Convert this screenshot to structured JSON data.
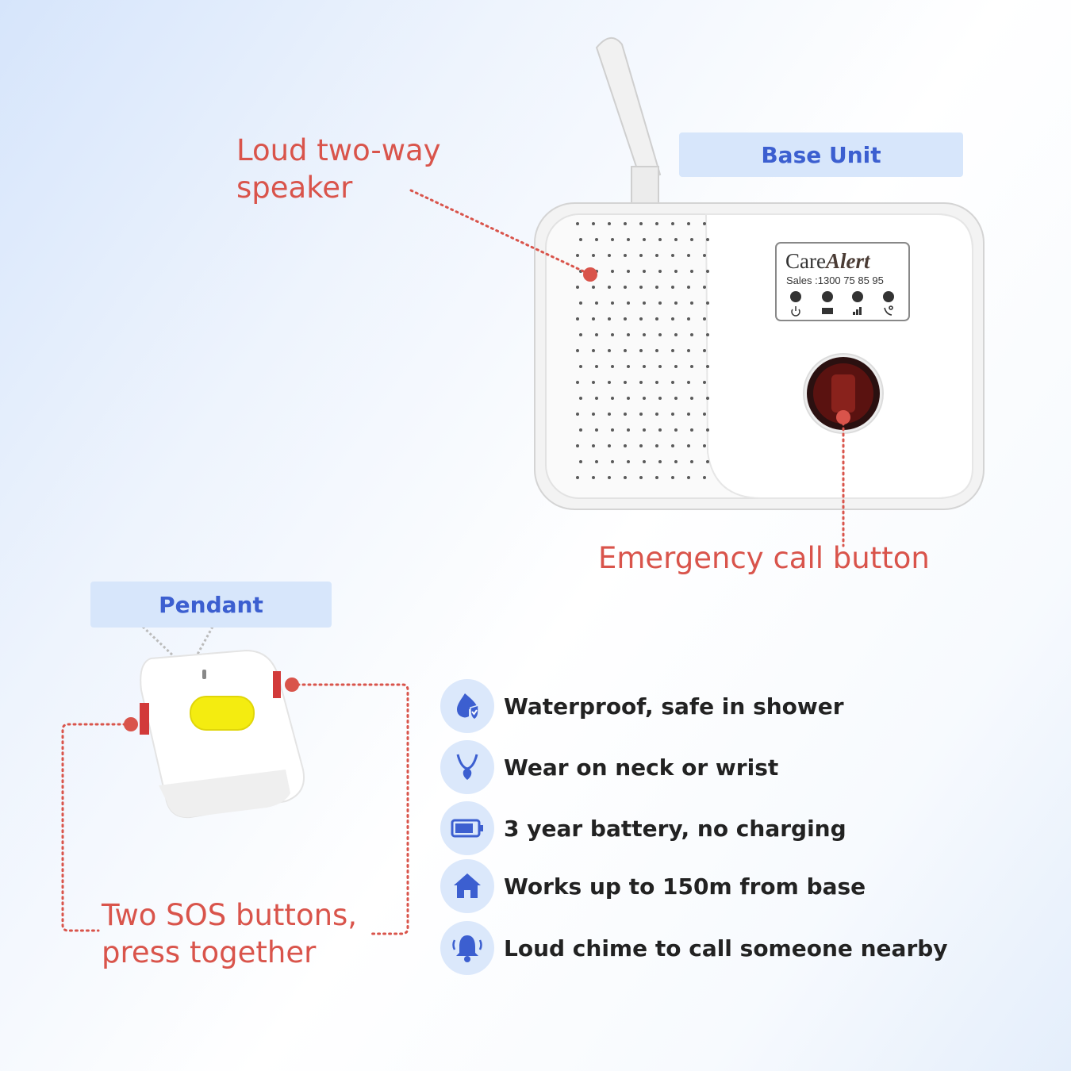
{
  "base_unit": {
    "tag": "Base Unit",
    "brand_care": "Care",
    "brand_alert": "Alert",
    "sales": "Sales :1300 75 85 95",
    "indicators": [
      "power-icon",
      "battery-icon",
      "signal-icon",
      "phone-icon"
    ]
  },
  "callouts": {
    "speaker_line1": "Loud two-way",
    "speaker_line2": "speaker",
    "emergency": "Emergency call button",
    "sos_line1": "Two SOS buttons,",
    "sos_line2": "press together"
  },
  "pendant": {
    "tag": "Pendant"
  },
  "features": [
    {
      "icon": "water-drop-shield-icon",
      "label": "Waterproof, safe in shower"
    },
    {
      "icon": "necklace-icon",
      "label": "Wear on neck or wrist"
    },
    {
      "icon": "battery-icon",
      "label": "3 year battery, no charging"
    },
    {
      "icon": "home-icon",
      "label": "Works up to 150m from base"
    },
    {
      "icon": "bell-icon",
      "label": "Loud chime to call someone nearby"
    }
  ],
  "colors": {
    "accent_red": "#d9544b",
    "accent_blue": "#3c5fd0",
    "tag_bg": "#d7e6fb",
    "icon_bg": "#dbe8fb"
  }
}
